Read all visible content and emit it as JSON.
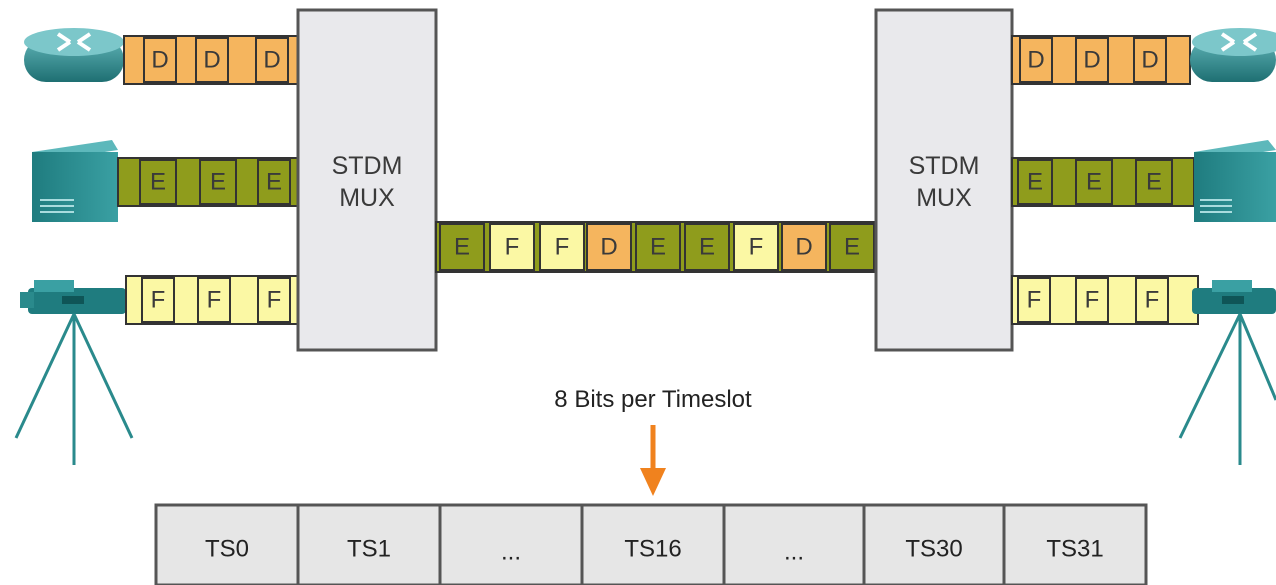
{
  "colors": {
    "d_frame": "#f5b55e",
    "e_frame": "#8f9c1c",
    "f_frame": "#fbf8a4",
    "mux_fill": "#e9e9ec",
    "ts_fill": "#e6e6e6",
    "arrow": "#f0821e",
    "device": "#2a8a8c"
  },
  "mux": {
    "left": {
      "line1": "STDM",
      "line2": "MUX"
    },
    "right": {
      "line1": "STDM",
      "line2": "MUX"
    }
  },
  "left_streams": {
    "router": [
      "D",
      "D",
      "D"
    ],
    "server": [
      "E",
      "E",
      "E"
    ],
    "camera": [
      "F",
      "F",
      "F"
    ]
  },
  "right_streams": {
    "router": [
      "D",
      "D",
      "D"
    ],
    "server": [
      "E",
      "E",
      "E"
    ],
    "camera": [
      "F",
      "F",
      "F"
    ]
  },
  "trunk": [
    "E",
    "F",
    "F",
    "D",
    "E",
    "E",
    "F",
    "D",
    "E"
  ],
  "caption": "8 Bits per Timeslot",
  "timeslots": [
    "TS0",
    "TS1",
    "...",
    "TS16",
    "...",
    "TS30",
    "TS31"
  ]
}
